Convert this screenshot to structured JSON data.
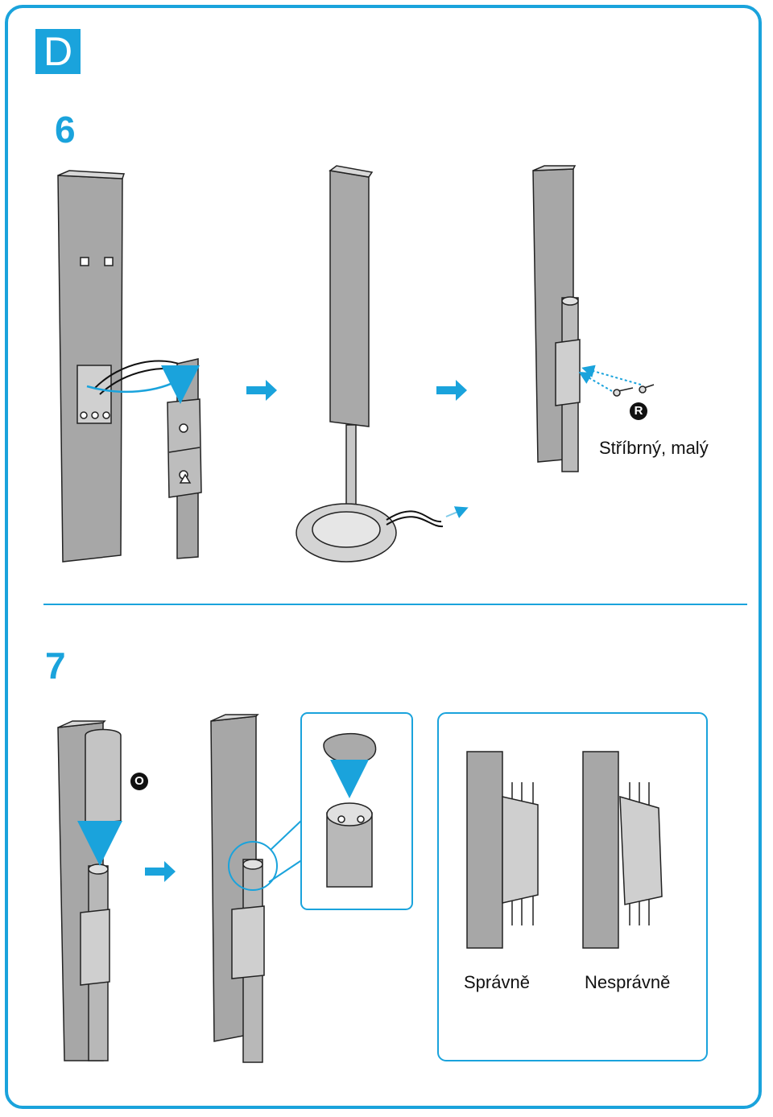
{
  "section": {
    "letter": "D",
    "accent_color": "#1aa3dc"
  },
  "steps": [
    {
      "number": "6",
      "part_badge": "R",
      "part_caption": "Stříbrný, malý"
    },
    {
      "number": "7",
      "part_badge": "O",
      "correct_label": "Správně",
      "incorrect_label": "Nesprávně"
    }
  ]
}
